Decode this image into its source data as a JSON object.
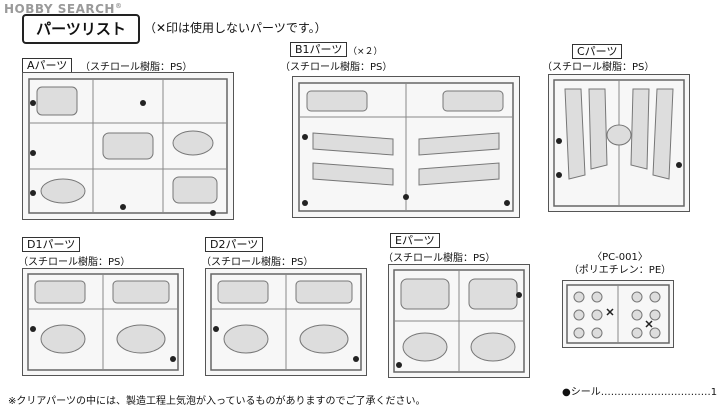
{
  "watermark": {
    "text": "HOBBY SEARCH",
    "reg": "®"
  },
  "header": {
    "title": "パーツリスト",
    "note": "（✕印は使用しないパーツです。）"
  },
  "parts": {
    "a": {
      "label": "Aパーツ",
      "material": "（スチロール樹脂：PS）"
    },
    "b1": {
      "label": "B1パーツ",
      "qty": "（×２）",
      "material": "（スチロール樹脂：PS）"
    },
    "c": {
      "label": "Cパーツ",
      "material": "（スチロール樹脂：PS）"
    },
    "d1": {
      "label": "D1パーツ",
      "material": "（スチロール樹脂：PS）"
    },
    "d2": {
      "label": "D2パーツ",
      "material": "（スチロール樹脂：PS）"
    },
    "e": {
      "label": "Eパーツ",
      "material": "（スチロール樹脂：PS）"
    },
    "pc": {
      "label": "〈PC-001〉",
      "material": "（ポリエチレン：PE）"
    }
  },
  "footer": {
    "note": "※クリアパーツの中には、製造工程上気泡が入っているものがありますのでご了承ください。",
    "seal": "●シール……………………………1"
  }
}
